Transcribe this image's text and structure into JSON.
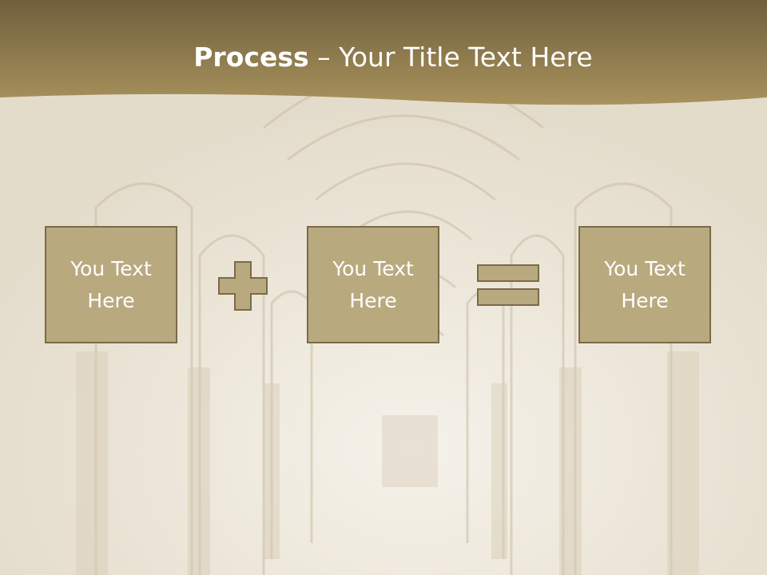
{
  "slide": {
    "title_bold": "Process",
    "title_rest": " – Your Title Text Here"
  },
  "boxes": [
    {
      "text": "You Text\nHere"
    },
    {
      "text": "You Text\nHere"
    },
    {
      "text": "You Text\nHere"
    }
  ],
  "operators": [
    "plus-icon",
    "equals-icon"
  ],
  "colors": {
    "header_band": "#8f7c4f",
    "box_fill": "#b8a97f",
    "box_border": "#7a6a47",
    "background": "#ece5d6"
  }
}
